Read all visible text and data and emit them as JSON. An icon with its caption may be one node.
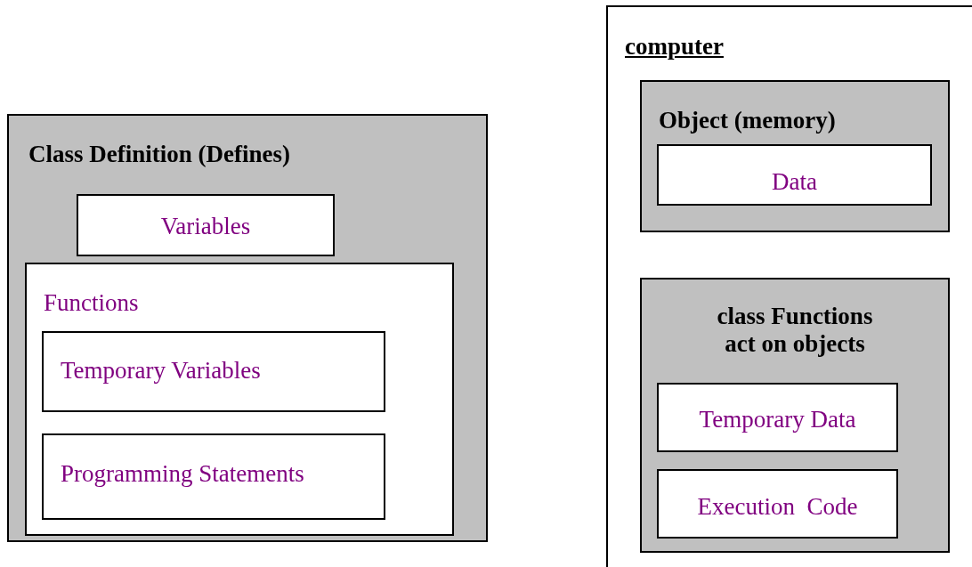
{
  "diagram": {
    "nodes": [
      {
        "text": [
          "Class Definition (Defines)"
        ]
      },
      {
        "text": [
          "Variables"
        ],
        "in": 0
      },
      {
        "text": [
          "Functions"
        ],
        "in": 0
      },
      {
        "text": [
          "Temporary Variables"
        ],
        "in": 2
      },
      {
        "text": [
          "Programming Statements"
        ],
        "in": 2
      },
      {
        "text": [
          "computer"
        ]
      },
      {
        "text": [
          "Object (memory)"
        ],
        "in": 5
      },
      {
        "text": [
          "Data"
        ],
        "in": 6
      },
      {
        "text": [
          "class Functions act on objects"
        ],
        "in": 5
      },
      {
        "text": [
          "Temporary Data"
        ],
        "in": 8
      },
      {
        "text": [
          "Execution  Code"
        ],
        "in": 8
      }
    ]
  }
}
